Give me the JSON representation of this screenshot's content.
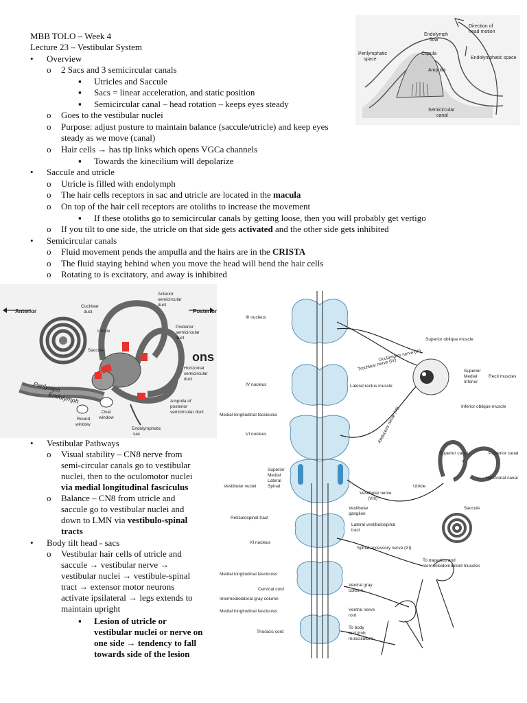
{
  "doc": {
    "header1": "MBB TOLO – Week 4",
    "header2": "Lecture 23 – Vestibular System"
  },
  "bullets": {
    "disc": "•",
    "circ": "o",
    "sq": "▪"
  },
  "outline": {
    "overview": "Overview",
    "sacs_canals": "2 Sacs and 3 semicircular canals",
    "utricles": "Utricles and Saccule",
    "sacs_linear": "Sacs = linear acceleration, and static position",
    "canal_rot": "Semicircular canal – head rotation – keeps eyes steady",
    "goes_to": "Goes to the vestibular nuclei",
    "purpose1": "Purpose: adjust posture to maintain balance (saccule/utricle) and keep eyes",
    "purpose2": "steady as we move (canal)",
    "hair_cells": "Hair cells → has tip links which opens VGCa channels",
    "towards_kino": "Towards the kinecilium will depolarize",
    "saccule_utricle": "Saccule and utricle",
    "utricle_filled": "Utricle is filled with endolymph",
    "receptors_pre": "The hair cells receptors in sac and utricle are located in the ",
    "receptors_bold": "macula",
    "otoliths": "On top of the hair cell receptors are otoliths to increase the movement",
    "vertigo": "If these otoliths go to semicircular canals by getting loose, then you will probably get vertigo",
    "tilt_pre": "If you tilt to one side, the utricle on that side gets ",
    "tilt_bold": "activated",
    "tilt_post": " and the other side gets inhibited",
    "semicircular": "Semicircular canals",
    "fluid_pre": "Fluid movement pends the ampulla and the hairs are in the ",
    "fluid_bold": "CRISTA",
    "fluid_behind": "The fluid staying behind when you move the head will bend the hair cells",
    "rotating": "Rotating to is excitatory, and away is inhibited"
  },
  "pathways": {
    "title": "Vestibular Pathways",
    "visual1": " Visual stability – CN8 nerve from",
    "visual2": "semi-circular canals go to vestibular",
    "visual3": "nuclei, then to the oculomotor nuclei",
    "visual4_bold": "via medial longitudinal fasciculus",
    "balance1": "Balance – CN8 from utricle and",
    "balance2": "saccule go to vestibular nuclei and",
    "balance3_pre": "down to LMN via ",
    "balance3_bold": "vestibulo-spinal",
    "balance4_bold": "tracts",
    "body_tilt": "Body tilt head - sacs",
    "tilt1": "Vestibular hair cells of utricle and",
    "tilt2": "saccule → vestibular nerve →",
    "tilt3": "vestibular nuclei → vestibule-spinal",
    "tilt4": "tract → extensor motor neurons",
    "tilt5": "activate ipsilateral → legs extends to",
    "tilt6": "maintain upright",
    "lesion1": "Lesion of utricle or",
    "lesion2": "vestibular nuclei or nerve on",
    "lesion3": "one side → tendency to fall",
    "lesion4": "towards side of the lesion"
  },
  "figure_canal": {
    "direction": "Direction of",
    "head_motion": "head motion",
    "endolymph": "Endolymph",
    "flow": "flow",
    "perilymphatic": "Perilymphatic",
    "space": "space",
    "cupula": "Cupula",
    "ampulla": "Ampulla",
    "endolymphatic_space": "Endolymphatic space",
    "semicircular": "Semicircular",
    "canal": "canal"
  },
  "figure_ear": {
    "anterior": "Anterior",
    "posterior": "Posterior",
    "cochlear": "Cochlear",
    "duct": "duct",
    "anterior_sc": "Anterior",
    "semicircular": "semicircular",
    "duct2": "duct",
    "utricle": "Utricle",
    "saccule": "Saccule",
    "posterior_sc": "Posterior",
    "semicircular2": "semicircular",
    "duct3": "duct",
    "horizontal": "Horizontal",
    "semicircular3": "semicircular",
    "duct4": "duct",
    "perilymph": "Perilymph",
    "endolymph": "Endolymph",
    "round": "Round",
    "window": "window",
    "oval": "Oval",
    "window2": "window",
    "ampulla_of": "Ampulla of",
    "posterior2": "posterior",
    "semicircular_duct": "semicircular duct",
    "endolymphatic": "Endolymphatic",
    "sac": "sac",
    "behind_text": "ons"
  },
  "figure_brainstem": {
    "iii_nucleus": "III nucleus",
    "iv_nucleus": "IV nucleus",
    "mlf": "Medial longitudinal fasciculus",
    "vi_nucleus": "VI nucleus",
    "vestibular_nuclei": "Vestibular nuclei",
    "superior": "Superior",
    "medial": "Medial",
    "lateral": "Lateral",
    "spinal": "Spinal",
    "reticulospinal": "Reticulospinal tract",
    "xi_nucleus": "XI nucleus",
    "medial_fasc": "Medial longitudinal fasciculus",
    "cervical": "Cervical cord",
    "intermediolateral": "Intermediolateral gray column",
    "medial_fasc2": "Medial longitudinal fasciculus",
    "thoracic": "Thoracic cord",
    "superior_oblique": "Superior oblique muscle",
    "oculomotor": "Oculomotor nerve (III)",
    "trochlear": "Trochlear nerve (IV)",
    "lateral_rectus": "Lateral rectus muscle",
    "sup_recti": "Superior",
    "med_recti": "Medial",
    "inf_recti": "Inferior",
    "recti": "Recti muscles",
    "inferior_oblique": "Inferior oblique muscle",
    "abducens": "Abducens nerve (VI)",
    "superior_canal": "Superior canal",
    "posterior_canal": "Posterior canal",
    "horizontal_canal": "Horizontal canal",
    "utricle": "Utricle",
    "saccule": "Saccule",
    "vestibular_nerve": "Vestibular nerve",
    "viii": "(VIII)",
    "vestibular_ganglion1": "Vestibular",
    "vestibular_ganglion2": "ganglion",
    "lat_vst1": "Lateral vestibulospinal",
    "lat_vst2": "tract",
    "spinal_accessory": "Spinal accessory nerve (XI)",
    "to_trapezius1": "To trapezius and",
    "to_trapezius2": "sternocleidomastoid muscles",
    "ventral_gray1": "Ventral gray",
    "ventral_gray2": "column",
    "ventral_root1": "Ventral nerve",
    "ventral_root2": "root",
    "to_body1": "To body",
    "to_body2": "and limb",
    "to_body3": "musculature"
  }
}
